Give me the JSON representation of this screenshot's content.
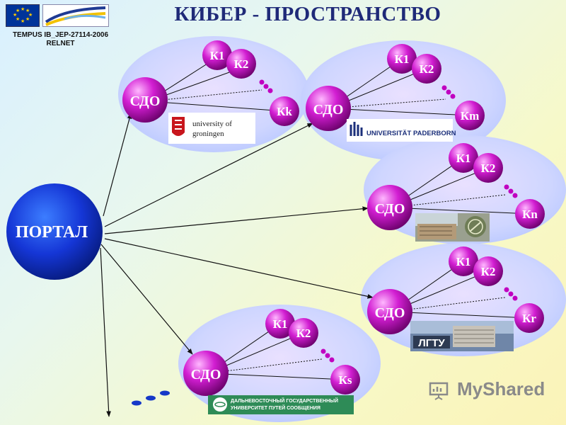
{
  "header": {
    "title": "КИБЕР - ПРОСТРАНСТВО",
    "project_line1": "TEMPUS IB_JEP-27114-2006",
    "project_line2": "RELNET"
  },
  "portal": {
    "label": "ПОРТАЛ"
  },
  "clusters": [
    {
      "id": "groningen",
      "sdo": "СДО",
      "k1": "К1",
      "k2": "К2",
      "kl": "Кk",
      "logo_line1": "university of",
      "logo_line2": "groningen"
    },
    {
      "id": "paderborn",
      "sdo": "СДО",
      "k1": "К1",
      "k2": "К2",
      "kl": "Кm",
      "logo_line1": "UNIVERSITÄT PADERBORN",
      "logo_line2": ""
    },
    {
      "id": "third",
      "sdo": "СДО",
      "k1": "К1",
      "k2": "К2",
      "kl": "Кn",
      "logo_line1": "",
      "logo_line2": ""
    },
    {
      "id": "lgtu",
      "sdo": "СДО",
      "k1": "К1",
      "k2": "К2",
      "kl": "Кr",
      "logo_line1": "ЛГТУ",
      "logo_line2": ""
    },
    {
      "id": "dvgups",
      "sdo": "СДО",
      "k1": "К1",
      "k2": "К2",
      "kl": "Кs",
      "logo_line1": "ДАЛЬНЕВОСТОЧНЫЙ ГОСУДАРСТВЕННЫЙ",
      "logo_line2": "УНИВЕРСИТЕТ ПУТЕЙ СООБЩЕНИЯ"
    }
  ],
  "watermark": {
    "text": "MyShared"
  },
  "colors": {
    "node": "#b000b0",
    "portal": "#1a3fd0",
    "title": "#1f2a78"
  }
}
